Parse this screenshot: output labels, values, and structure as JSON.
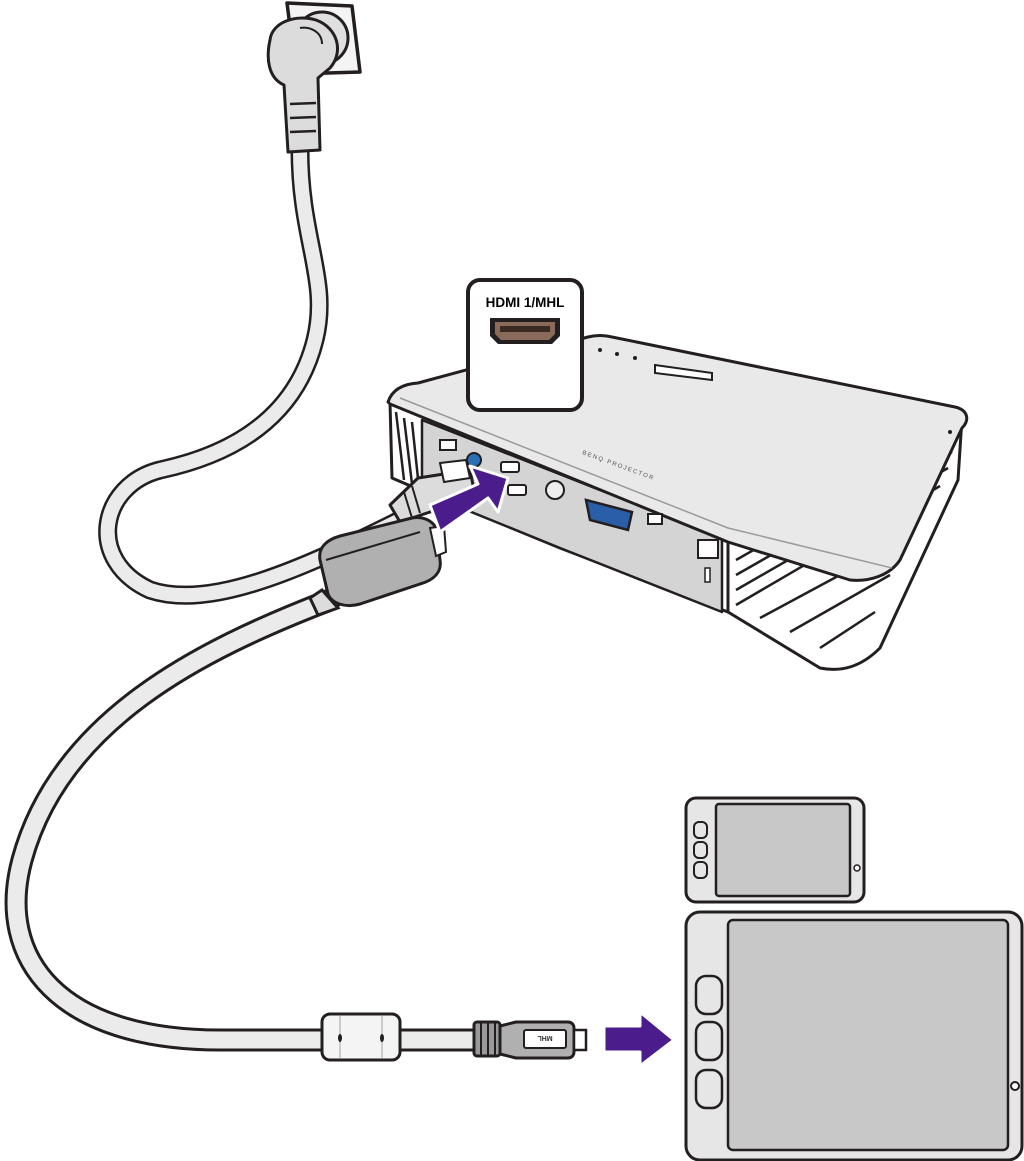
{
  "callout": {
    "port_label": "HDMI 1/MHL"
  },
  "projector": {
    "brand_text": "BENQ PROJECTOR"
  },
  "cable": {
    "connector_label": "MHL"
  },
  "colors": {
    "arrow": "#4b1d8c",
    "line": "#231f20",
    "cable_fill": "#ebebeb",
    "device_fill": "#e6e6e6",
    "screen_fill": "#c8c8c8",
    "connector_dark": "#9a9a9a"
  }
}
